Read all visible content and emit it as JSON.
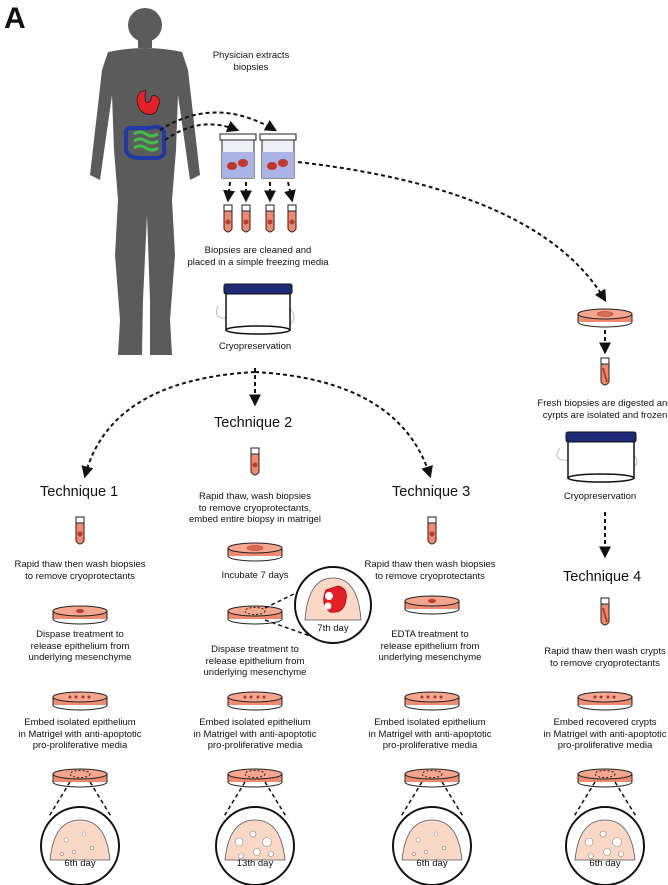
{
  "panel_label": "A",
  "labels": {
    "physician": "Physician extracts\nbiopsies",
    "cleaned": "Biopsies are cleaned and\nplaced in a simple freezing media",
    "cryo_left": "Cryopreservation",
    "fresh": "Fresh biopsies are digested and\ncyrpts are isolated and frozen",
    "cryo_right": "Cryopreservation"
  },
  "techniques": [
    {
      "title": "Technique 1",
      "steps": [
        "Rapid thaw then wash biopsies\nto remove cryoprotectants",
        "Dispase treatment to\nrelease epithelium from\nunderlying mesenchyme",
        "Embed isolated epithelium\nin Matrigel with anti-apoptotic\npro-proliferative media"
      ],
      "day": "6th day"
    },
    {
      "title": "Technique 2",
      "steps": [
        "Rapid thaw, wash biopsies\nto remove cryoprotectants,\nembed entire biopsy in matrigel",
        "Incubate 7 days",
        "Dispase treatment to\nrelease epithelium from\nunderlying mesenchyme",
        "Embed isolated epithelium\nin Matrigel with anti-apoptotic\npro-proliferative media"
      ],
      "inset_day": "7th day",
      "day": "13th day"
    },
    {
      "title": "Technique 3",
      "steps": [
        "Rapid thaw then wash biopsies\nto remove cryoprotectants",
        "EDTA treatment to\nrelease epithelium from\nunderlying mesenchyme",
        "Embed isolated epithelium\nin Matrigel with anti-apoptotic\npro-proliferative media"
      ],
      "day": "6th day"
    },
    {
      "title": "Technique 4",
      "steps": [
        "Rapid thaw then wash crypts\nto remove cryoprotectants",
        "Embed recovered crypts\nin Matrigel with anti-apoptotic\npro-proliferative media"
      ],
      "day": "6th day"
    }
  ],
  "colors": {
    "body": "#5b5b5b",
    "stomach": "#e41f26",
    "colon": "#1f3aa8",
    "intestine": "#3fbf4a",
    "dish_media": "#f08a70",
    "tissue": "#c0392b",
    "jar_lid": "#1e2a78",
    "organoid_bg": "#fbd7c6"
  }
}
